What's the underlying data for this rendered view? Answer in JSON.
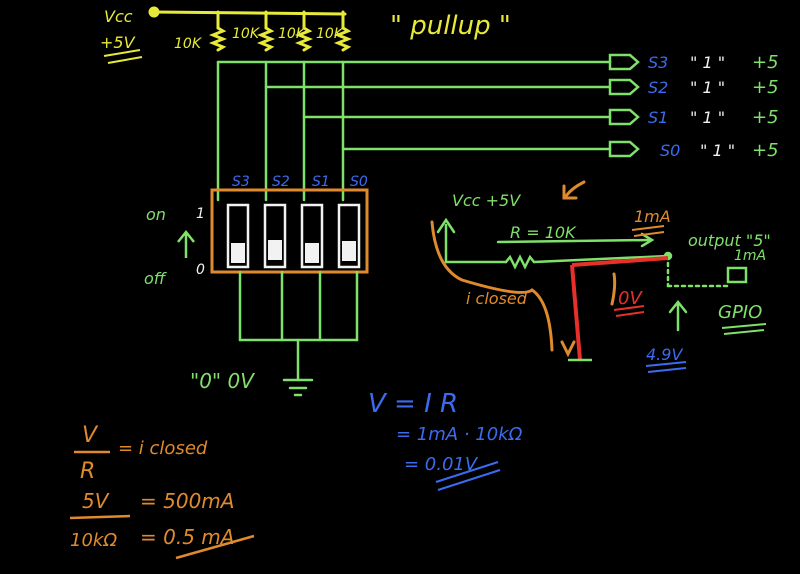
{
  "colors": {
    "background": "#000000",
    "yellow": "#e8ea3a",
    "green": "#7fe06a",
    "orange": "#e08a2e",
    "blue": "#3b6cf0",
    "red": "#e8302a",
    "white": "#f2f2f2"
  },
  "top": {
    "title": "\" pullup \"",
    "vcc": "Vcc",
    "plus5v": "+5V",
    "resistors": [
      "10K",
      "10K",
      "10K",
      "10K"
    ]
  },
  "outputs": [
    {
      "name": "S3",
      "value": "\" 1 \"",
      "volt": "+5"
    },
    {
      "name": "S2",
      "value": "\" 1 \"",
      "volt": "+5"
    },
    {
      "name": "S1",
      "value": "\" 1 \"",
      "volt": "+5"
    },
    {
      "name": "S0",
      "value": "\" 1 \"",
      "volt": "+5"
    }
  ],
  "switch": {
    "labels": [
      "S3",
      "S2",
      "S1",
      "S0"
    ],
    "on": "on",
    "off": "off",
    "one": "1",
    "zero": "0",
    "ground_label": "\"0\" 0V"
  },
  "detail": {
    "vcc": "Vcc +5V",
    "resistor": "R = 10K",
    "current_top": "1mA",
    "output": "output \"5\"",
    "current_right": "1mA",
    "gpio": "GPIO",
    "iclosed": "i closed",
    "zero_v": "0V",
    "voltage": "4.9V"
  },
  "equations": {
    "blue": [
      "V = I R",
      "= 1mA · 10kΩ",
      "= 0.01V"
    ],
    "orange_top_num": "V",
    "orange_top_den": "R",
    "orange_top_rhs": "= i closed",
    "orange_bottom_num": "5V",
    "orange_bottom_den": "10kΩ",
    "orange_rhs1": "= 500mA",
    "orange_rhs2": "= 0.5 mA"
  }
}
